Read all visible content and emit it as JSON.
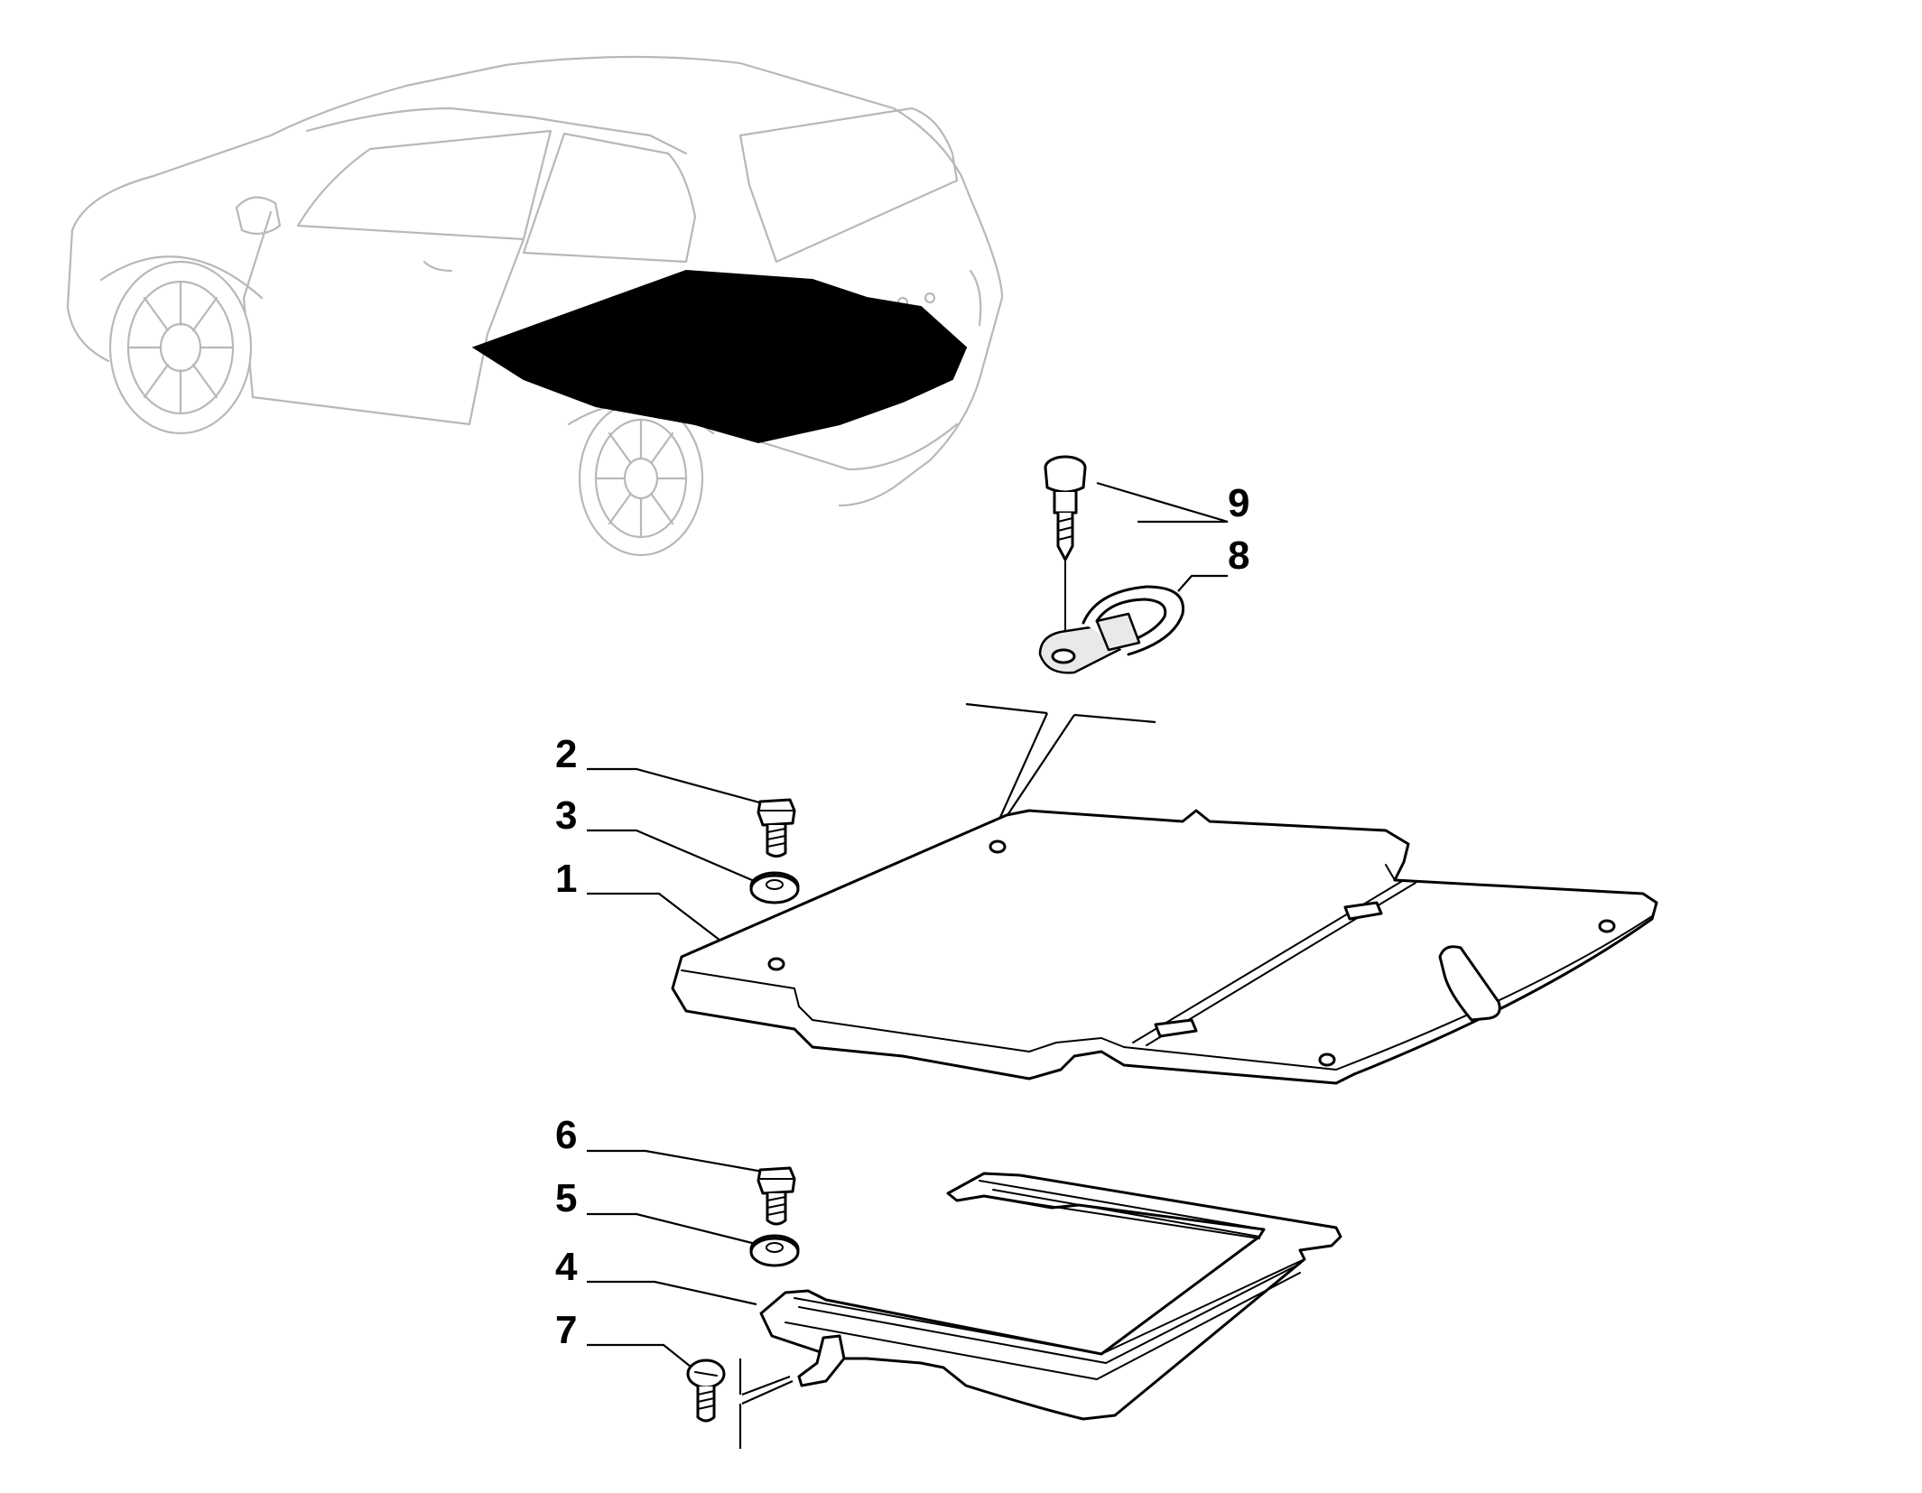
{
  "callouts": [
    {
      "id": "1",
      "label": "1"
    },
    {
      "id": "2",
      "label": "2"
    },
    {
      "id": "3",
      "label": "3"
    },
    {
      "id": "4",
      "label": "4"
    },
    {
      "id": "5",
      "label": "5"
    },
    {
      "id": "6",
      "label": "6"
    },
    {
      "id": "7",
      "label": "7"
    },
    {
      "id": "8",
      "label": "8"
    },
    {
      "id": "9",
      "label": "9"
    }
  ],
  "colors": {
    "line": "#000000",
    "car_outline": "#b8b8b8",
    "carpet": "#000000",
    "background": "#ffffff"
  }
}
